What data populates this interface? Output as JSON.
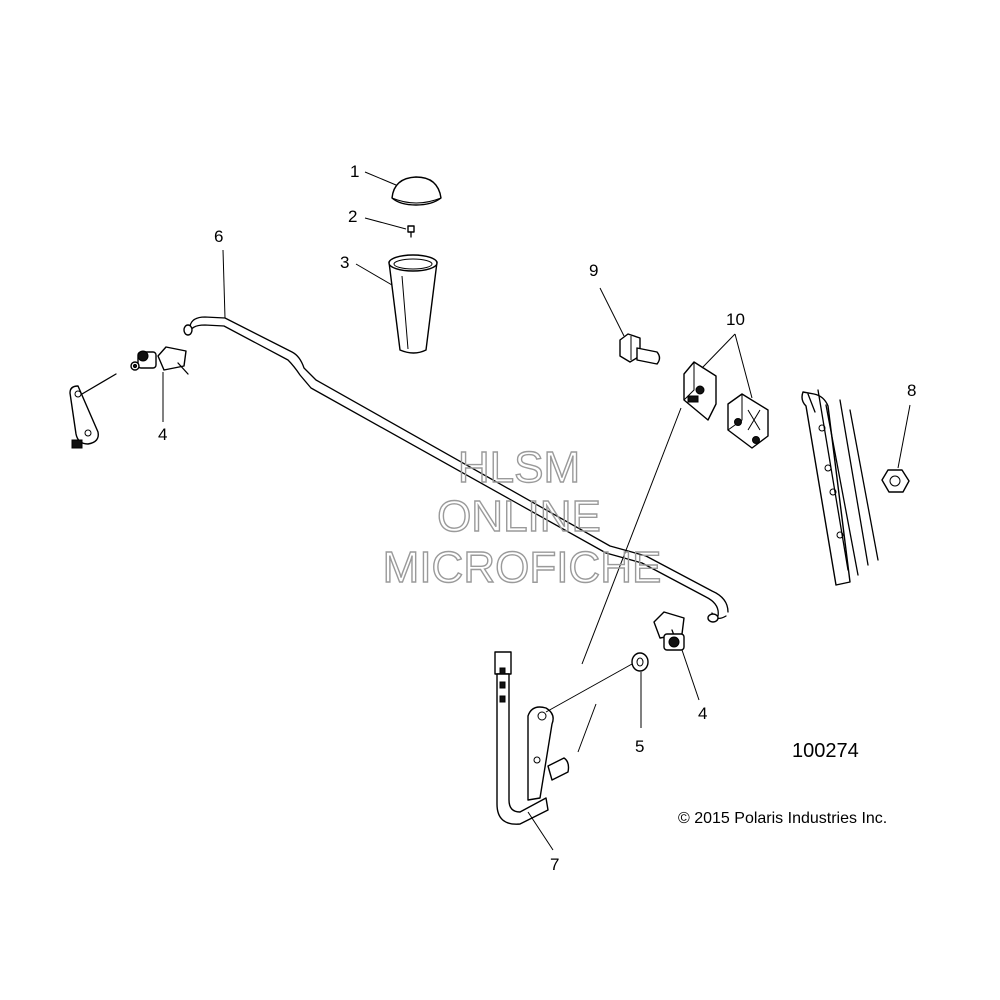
{
  "callouts": {
    "c1": "1",
    "c2": "2",
    "c3": "3",
    "c4a": "4",
    "c4b": "4",
    "c5": "5",
    "c6": "6",
    "c7": "7",
    "c8": "8",
    "c9": "9",
    "c10": "10"
  },
  "watermark": {
    "line1": "HLSM",
    "line2": "ONLINE",
    "line3": "MICROFICHE",
    "color": "#9a9a9a"
  },
  "figure_id": "100274",
  "copyright": "© 2015 Polaris Industries Inc."
}
